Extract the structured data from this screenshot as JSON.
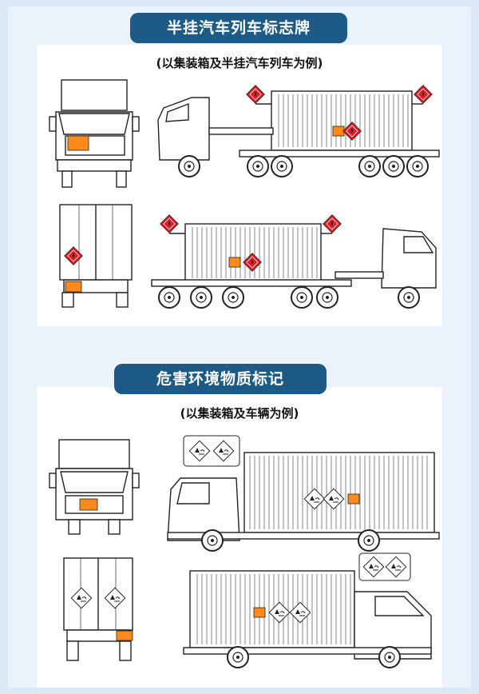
{
  "section1": {
    "title": "半挂汽车列车标志牌",
    "subtitle": "(以集装箱及半挂汽车列车为例)"
  },
  "section2": {
    "title": "危害环境物质标记",
    "subtitle": "(以集装箱及车辆为例)"
  },
  "colors": {
    "accent": "#1d5b86",
    "background": "#dbe9f7",
    "hazard_orange": "#ff8a1c",
    "hazard_red": "#e01b22"
  }
}
